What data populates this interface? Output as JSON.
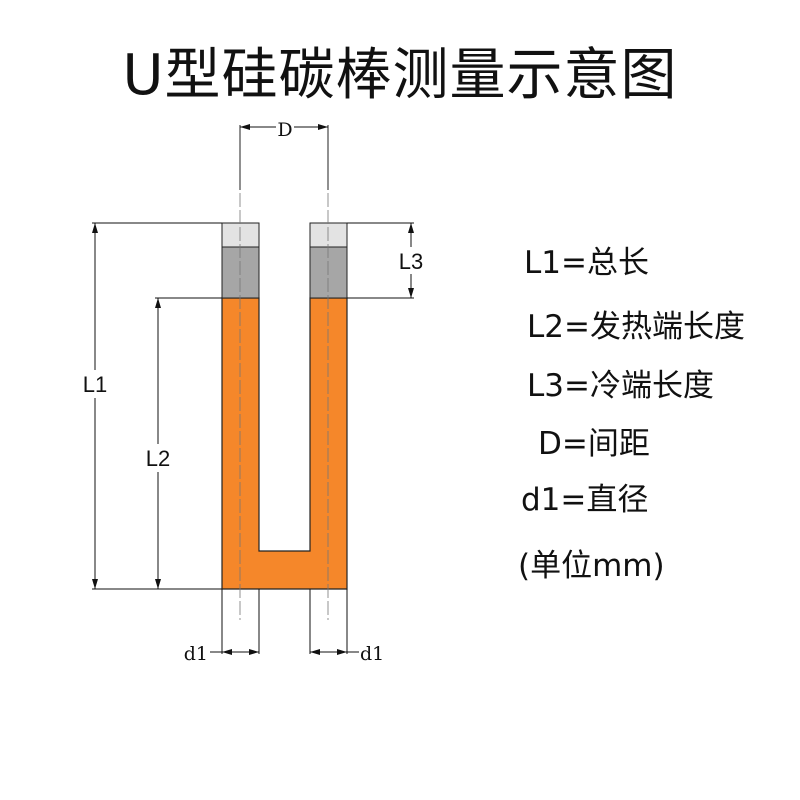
{
  "title": "U型硅碳棒测量示意图",
  "colors": {
    "hot_zone": "#f5872a",
    "cold_end_dark": "#a6a6a6",
    "cold_end_light": "#e3e3e3",
    "line": "#111111"
  },
  "dimension_labels": {
    "D": "D",
    "L1": "L1",
    "L2": "L2",
    "L3": "L3",
    "d1_left": "d1",
    "d1_right": "d1"
  },
  "legend": [
    "L1=总长",
    "L2=发热端长度",
    "L3=冷端长度",
    "D=间距",
    "d1=直径"
  ],
  "unit": "(单位mm)"
}
